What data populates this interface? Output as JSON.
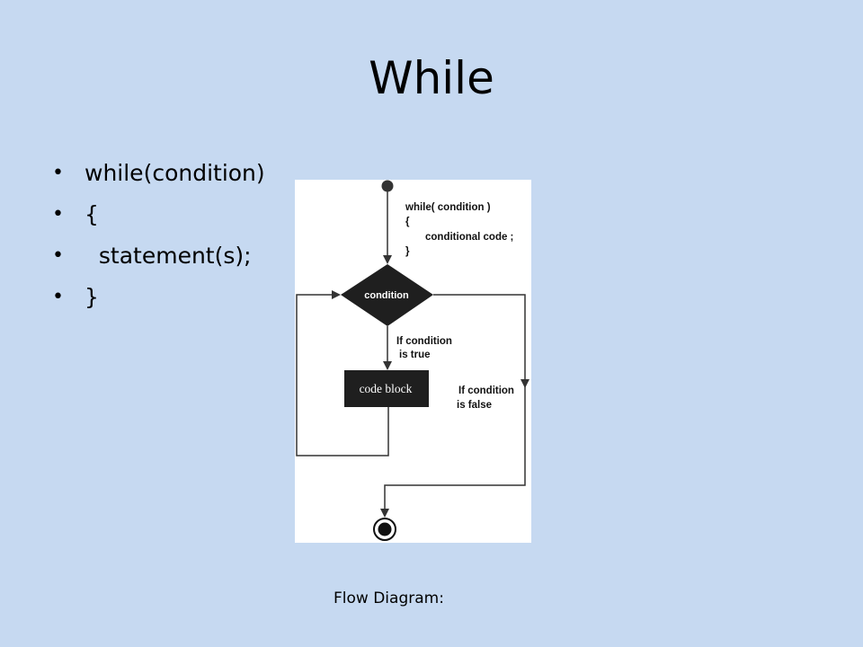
{
  "slide": {
    "title": "While",
    "bullets": [
      "while(condition)",
      "{",
      "  statement(s);",
      "}"
    ],
    "caption": "Flow Diagram:"
  },
  "diagram": {
    "code_lines": [
      "while( condition )",
      "{",
      "conditional code ;",
      "}"
    ],
    "decision_label": "condition",
    "process_label": "code block",
    "true_label_line1": "If condition",
    "true_label_line2": "is true",
    "false_label_line1": "If condition",
    "false_label_line2": "is false",
    "colors": {
      "background": "#c6d9f1",
      "panel": "#ffffff",
      "node_fill": "#1f1f1f",
      "line": "#333333"
    }
  }
}
